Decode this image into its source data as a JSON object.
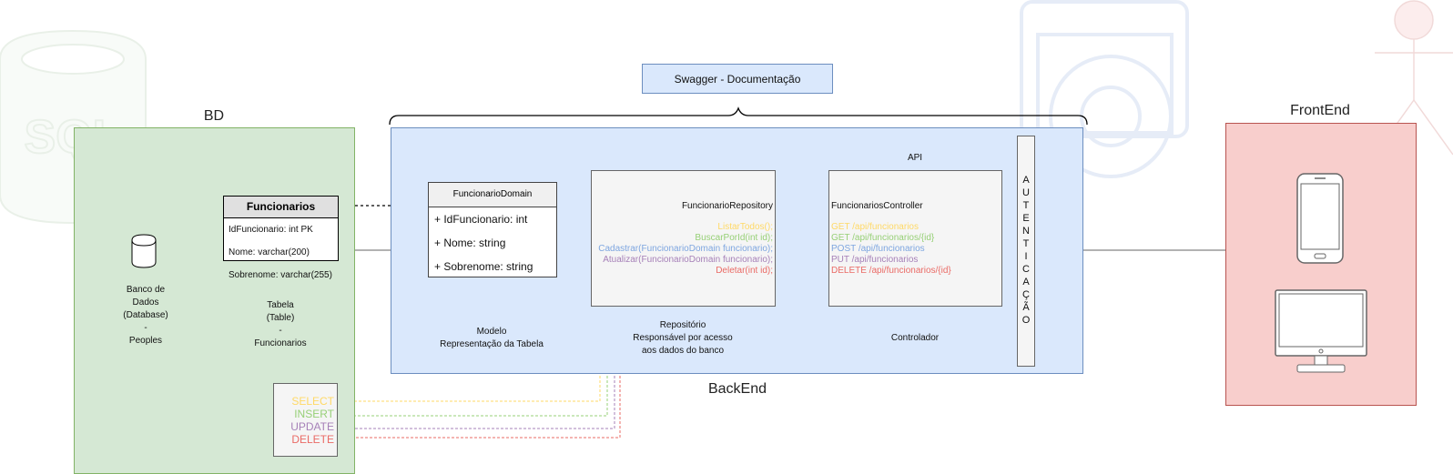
{
  "sections": {
    "bd": "BD",
    "backend": "BackEnd",
    "frontend": "FrontEnd"
  },
  "swagger": {
    "label": "Swagger - Documentação"
  },
  "database": {
    "caption": "Banco de\nDados\n(Database)\n-\nPeoples"
  },
  "table": {
    "name": "Funcionarios",
    "rows": [
      "IdFuncionario: int PK",
      "Nome: varchar(200)",
      "Sobrenome: varchar(255)"
    ],
    "caption": "Tabela\n(Table)\n-\nFuncionarios"
  },
  "sql_commands": [
    {
      "label": "SELECT",
      "color": "#ffd966"
    },
    {
      "label": "INSERT",
      "color": "#97d077"
    },
    {
      "label": "UPDATE",
      "color": "#a680b8"
    },
    {
      "label": "DELETE",
      "color": "#ea6b66"
    }
  ],
  "model": {
    "name": "FuncionarioDomain",
    "fields": [
      "+ IdFuncionario: int",
      "+ Nome: string",
      "+ Sobrenome: string"
    ],
    "caption": "Modelo\nRepresentação da Tabela"
  },
  "repository": {
    "name": "FuncionarioRepository",
    "methods": [
      {
        "label": "ListarTodos();",
        "color": "#ffd966"
      },
      {
        "label": "BuscarPorId(int id);",
        "color": "#97d077"
      },
      {
        "label": "Cadastrar(FuncionarioDomain funcionario);",
        "color": "#7ea6e0"
      },
      {
        "label": "Atualizar(FuncionarioDomain funcionario);",
        "color": "#a680b8"
      },
      {
        "label": "Deletar(int id);",
        "color": "#ea6b66"
      }
    ],
    "caption": "Repositório\nResponsável por acesso\naos dados do banco"
  },
  "api_label": "API",
  "controller": {
    "name": "FuncionariosController",
    "endpoints": [
      {
        "label": "GET /api/funcionarios",
        "color": "#ffd966"
      },
      {
        "label": "GET /api/funcionarios/{id}",
        "color": "#97d077"
      },
      {
        "label": "POST /api/funcionarios",
        "color": "#7ea6e0"
      },
      {
        "label": "PUT /api/funcionarios",
        "color": "#a680b8"
      },
      {
        "label": "DELETE /api/funcionarios/{id}",
        "color": "#ea6b66"
      }
    ],
    "caption": "Controlador"
  },
  "auth": {
    "label": "AUTENTICAÇÃO"
  },
  "watermark": {
    "sql_text": "SQL"
  },
  "colors": {
    "bd_fill": "#d5e8d4",
    "backend_fill": "#dae8fc",
    "frontend_fill": "#f8cecc"
  }
}
